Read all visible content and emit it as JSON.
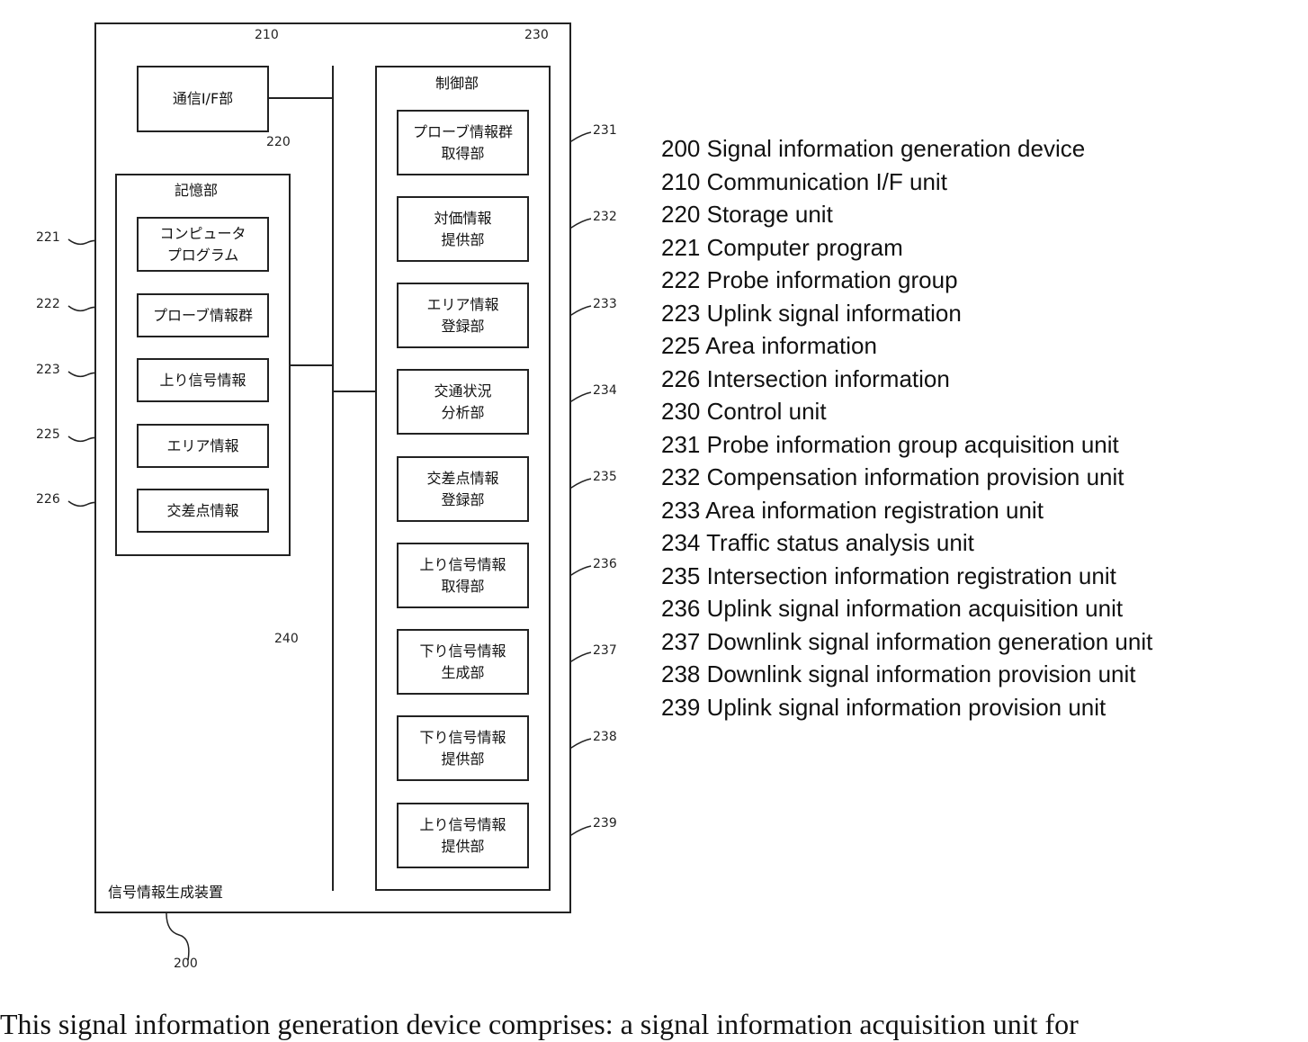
{
  "device": {
    "label": "信号情報生成装置",
    "ref": "200",
    "comm_if": {
      "ref": "210",
      "label": "通信I/F部"
    },
    "storage": {
      "ref": "220",
      "title": "記憶部",
      "items": [
        {
          "ref": "221",
          "label": "コンピュータ\nプログラム"
        },
        {
          "ref": "222",
          "label": "プローブ情報群"
        },
        {
          "ref": "223",
          "label": "上り信号情報"
        },
        {
          "ref": "225",
          "label": "エリア情報"
        },
        {
          "ref": "226",
          "label": "交差点情報"
        }
      ]
    },
    "control": {
      "ref": "230",
      "title": "制御部",
      "items": [
        {
          "ref": "231",
          "label": "プローブ情報群\n取得部"
        },
        {
          "ref": "232",
          "label": "対価情報\n提供部"
        },
        {
          "ref": "233",
          "label": "エリア情報\n登録部"
        },
        {
          "ref": "234",
          "label": "交通状況\n分析部"
        },
        {
          "ref": "235",
          "label": "交差点情報\n登録部"
        },
        {
          "ref": "236",
          "label": "上り信号情報\n取得部"
        },
        {
          "ref": "237",
          "label": "下り信号情報\n生成部"
        },
        {
          "ref": "238",
          "label": "下り信号情報\n提供部"
        },
        {
          "ref": "239",
          "label": "上り信号情報\n提供部"
        }
      ]
    },
    "bus": {
      "ref": "240"
    }
  },
  "legend": [
    "200 Signal information generation device",
    "210 Communication I/F unit",
    "220 Storage unit",
    "221 Computer program",
    "222 Probe information group",
    "223 Uplink signal information",
    "225 Area information",
    "226 Intersection information",
    "230 Control unit",
    "231 Probe information group acquisition unit",
    "232 Compensation information provision unit",
    "233 Area information registration unit",
    "234 Traffic status analysis unit",
    "235 Intersection information registration unit",
    "236 Uplink signal information acquisition unit",
    "237 Downlink signal information generation unit",
    "238 Downlink signal information provision unit",
    "239 Uplink signal information provision unit"
  ],
  "caption": "This signal information generation device comprises: a signal information acquisition unit for"
}
